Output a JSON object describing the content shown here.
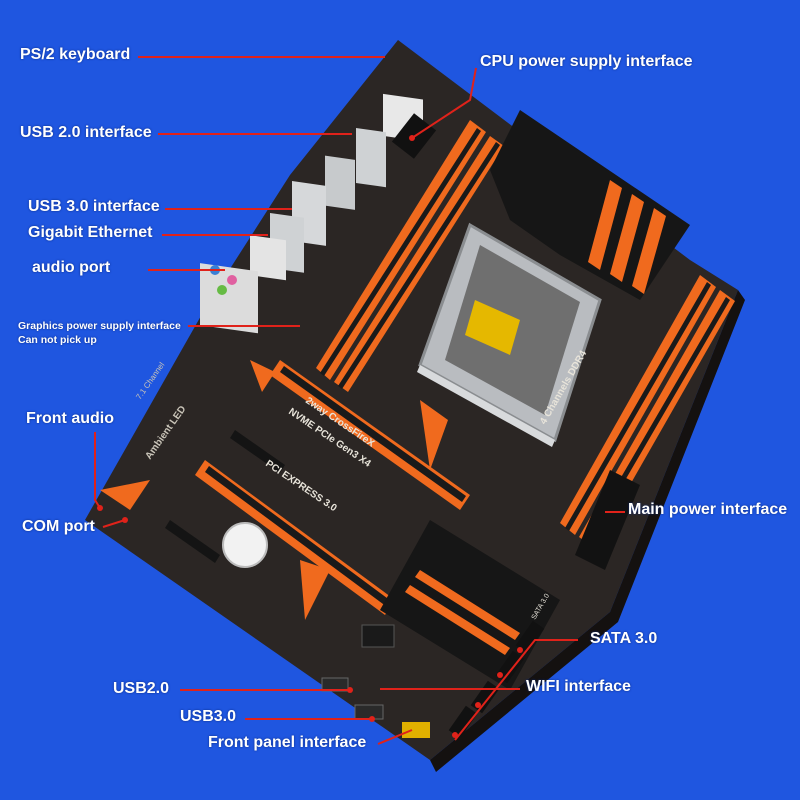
{
  "colors": {
    "background": "#1f56e0",
    "board": "#2b2624",
    "accent": "#f06a1e",
    "heatsink": "#161616",
    "leader": "#e0221a"
  },
  "labels": {
    "ps2_keyboard": "PS/2 keyboard",
    "cpu_power": "CPU power supply interface",
    "usb2_interface": "USB 2.0 interface",
    "usb3_interface": "USB 3.0 interface",
    "gigabit_ethernet": "Gigabit Ethernet",
    "audio_port": "audio port",
    "graphics_power_line1": "Graphics power supply interface",
    "graphics_power_line2": "Can not pick up",
    "front_audio": "Front audio",
    "com_port": "COM port",
    "main_power": "Main power interface",
    "sata3": "SATA 3.0",
    "usb2_header": "USB2.0",
    "wifi": "WIFI interface",
    "usb3_header": "USB3.0",
    "front_panel": "Front panel interface"
  },
  "board_text": {
    "ambient_led": "Ambient LED",
    "channel_71": "7.1 Channel",
    "way2": "2way CrossFireX",
    "nvme": "NVME PCIe Gen3 X4",
    "pci_express": "PCI EXPRESS 3.0",
    "four_channels": "4 Channels DDR4",
    "sata_tag": "SATA 3.0"
  }
}
